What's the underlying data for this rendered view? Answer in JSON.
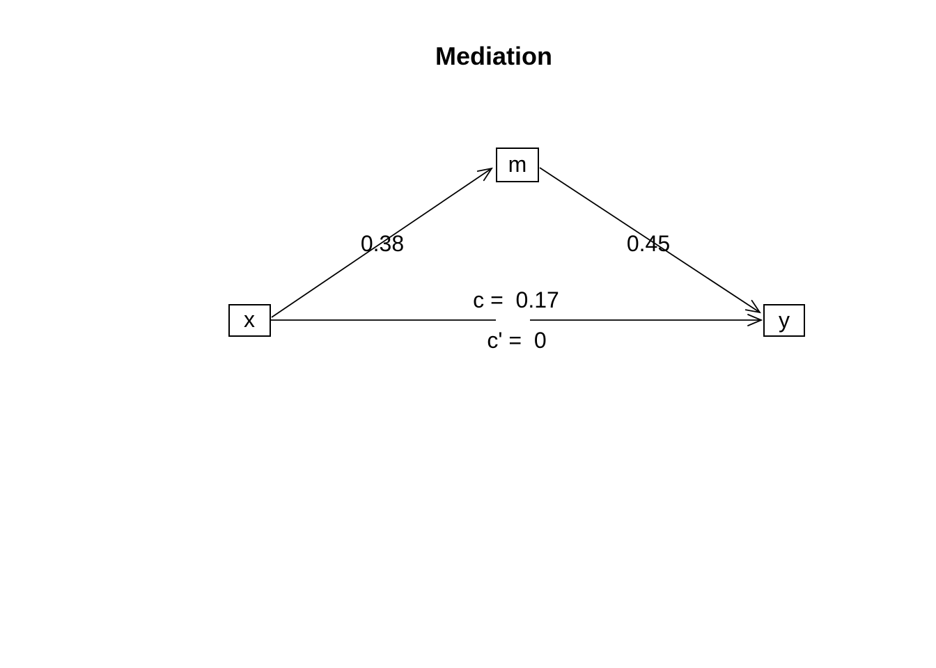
{
  "title": "Mediation",
  "diagram_type": "mediation-path-diagram",
  "colors": {
    "stroke": "#000000",
    "text": "#000000",
    "background": "#ffffff",
    "node_fill": "#ffffff"
  },
  "nodes": {
    "x": {
      "label": "x"
    },
    "m": {
      "label": "m"
    },
    "y": {
      "label": "y"
    }
  },
  "edges": {
    "x_to_m": {
      "from": "x",
      "to": "m",
      "label": "0.38",
      "value": 0.38
    },
    "m_to_y": {
      "from": "m",
      "to": "y",
      "label": "0.45",
      "value": 0.45
    },
    "x_to_y": {
      "from": "x",
      "to": "y",
      "label_above": "c =  0.17",
      "label_below": "c' =  0",
      "c_value": 0.17,
      "c_prime_value": 0
    }
  }
}
